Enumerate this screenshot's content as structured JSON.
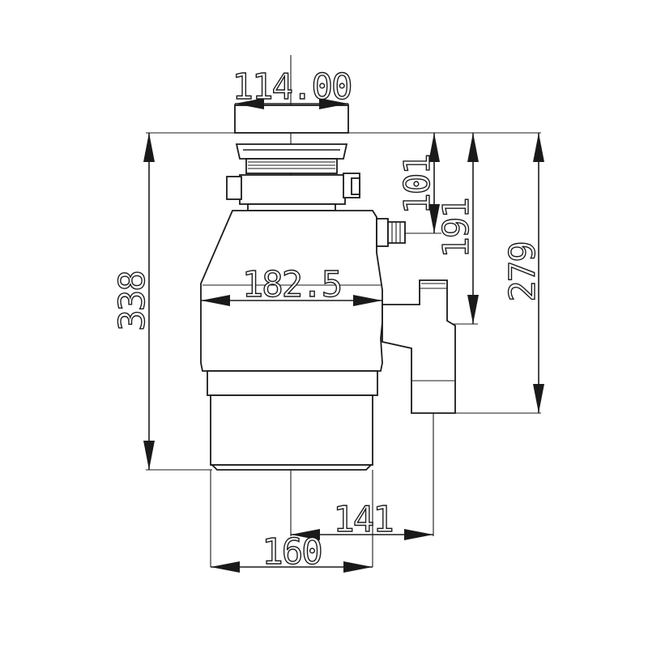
{
  "dimensions": {
    "top_flange_width": "114.00",
    "body_diameter": "182.5",
    "overall_height": "338",
    "height_101": "101",
    "height_191": "191",
    "height_279": "279",
    "base_width": "160",
    "outlet_offset": "141"
  }
}
